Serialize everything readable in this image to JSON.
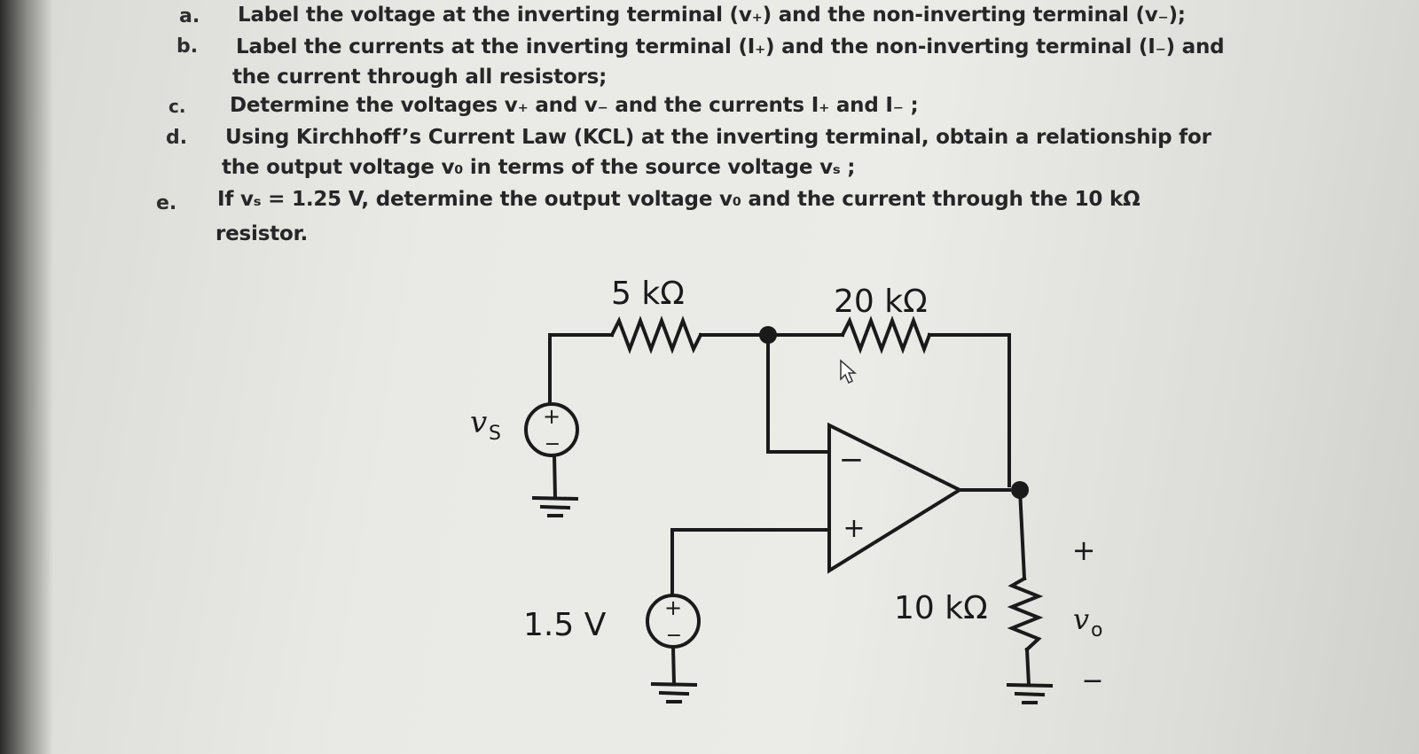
{
  "questions": [
    {
      "letter": "a.",
      "lines": [
        "Label the voltage at the inverting terminal (v₊) and the non-inverting terminal (v₋);"
      ]
    },
    {
      "letter": "b.",
      "lines": [
        "Label the currents at the inverting terminal (I₊) and the non-inverting terminal (I₋) and",
        "the current through all resistors;"
      ]
    },
    {
      "letter": "c.",
      "lines": [
        "Determine the voltages v₊ and v₋ and the currents I₊ and I₋ ;"
      ]
    },
    {
      "letter": "d.",
      "lines": [
        "Using Kirchhoff’s Current Law (KCL) at the inverting terminal, obtain a relationship for",
        "the output voltage v₀ in terms of the source voltage vₛ ;"
      ]
    },
    {
      "letter": "e.",
      "lines": [
        "If vₛ = 1.25 V, determine the output voltage v₀ and the current through the 10 kΩ",
        "resistor."
      ]
    }
  ],
  "circuit": {
    "r1_label": "5 kΩ",
    "r2_label": "20 kΩ",
    "r3_label": "10 kΩ",
    "source_vs_label": "v",
    "source_vs_subscript": "S",
    "source_dc_label": "1.5 V",
    "output_label": "v",
    "output_subscript": "o",
    "plus_sign": "+",
    "minus_sign": "−",
    "opamp_inverting_sign": "−",
    "opamp_noninverting_sign": "+"
  }
}
